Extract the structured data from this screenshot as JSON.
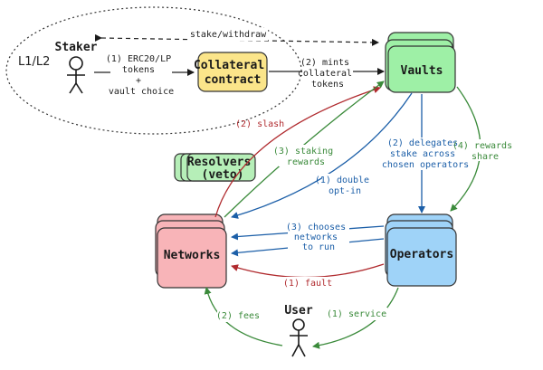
{
  "region_label": "L1/L2",
  "nodes": {
    "staker": "Staker",
    "collateral": [
      "Collateral",
      "contract"
    ],
    "vaults": "Vaults",
    "resolvers": [
      "Resolvers",
      "(veto)"
    ],
    "networks": "Networks",
    "operators": "Operators",
    "user": "User"
  },
  "edges": {
    "stake_withdraw": "stake/withdraw",
    "deposit": [
      "(1) ERC20/LP",
      "tokens",
      "+",
      "vault choice"
    ],
    "mint": [
      "(2) mints",
      "collateral",
      "tokens"
    ],
    "slash": "(2) slash",
    "staking_rewards": [
      "(3) staking",
      "rewards"
    ],
    "delegates": [
      "(2) delegates",
      "stake across",
      "chosen operators"
    ],
    "rewards_share": [
      "(4) rewards",
      "share"
    ],
    "double_optin": [
      "(1) double",
      "opt-in"
    ],
    "chooses": [
      "(3) chooses",
      "networks",
      "to run"
    ],
    "fault": "(1) fault",
    "fees": "(2) fees",
    "service": "(1) service"
  },
  "colors": {
    "collateral_fill": "#fbe58a",
    "vaults_fill": "#9ef0a6",
    "resolvers_fill": "#b6efb8",
    "networks_fill": "#f8b4b8",
    "operators_fill": "#9fd3f8",
    "red_edge": "#b02a2e",
    "green_edge": "#3a8a3a",
    "blue_edge": "#1c5fa8"
  }
}
